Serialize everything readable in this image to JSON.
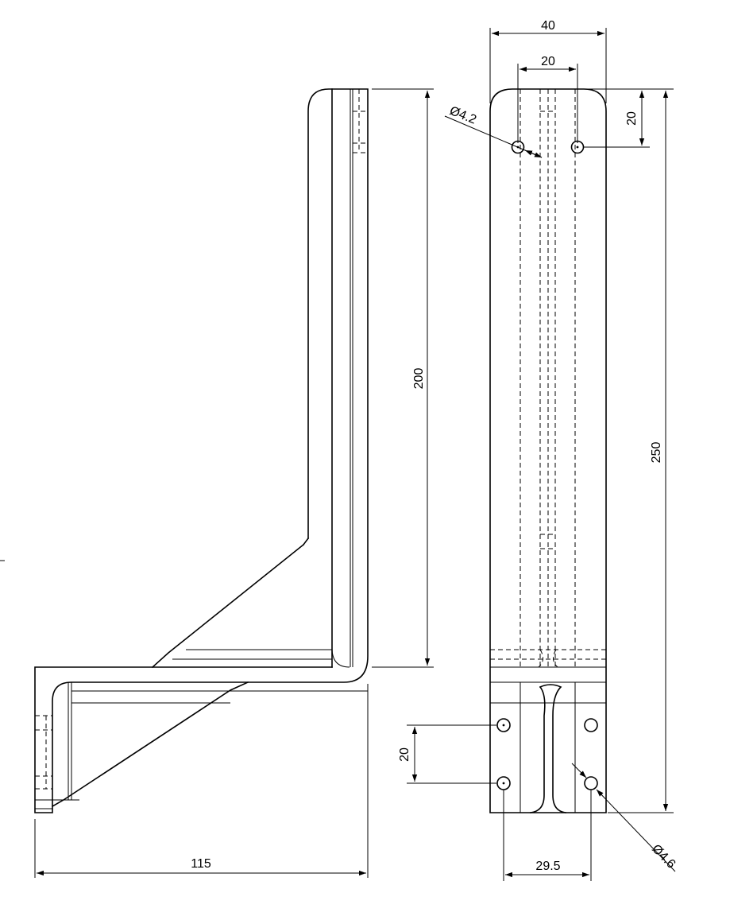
{
  "drawing": {
    "side_view": {
      "height_dim": "200",
      "width_dim": "115"
    },
    "front_view": {
      "width_dim": "40",
      "hole_spacing_top": "20",
      "top_hole_offset": "20",
      "top_hole_diameter": "Ø4.2",
      "overall_height": "250",
      "bottom_hole_spacing_vertical": "20",
      "bottom_hole_spacing_horizontal": "29.5",
      "bottom_hole_diameter": "Ø4.6"
    }
  }
}
